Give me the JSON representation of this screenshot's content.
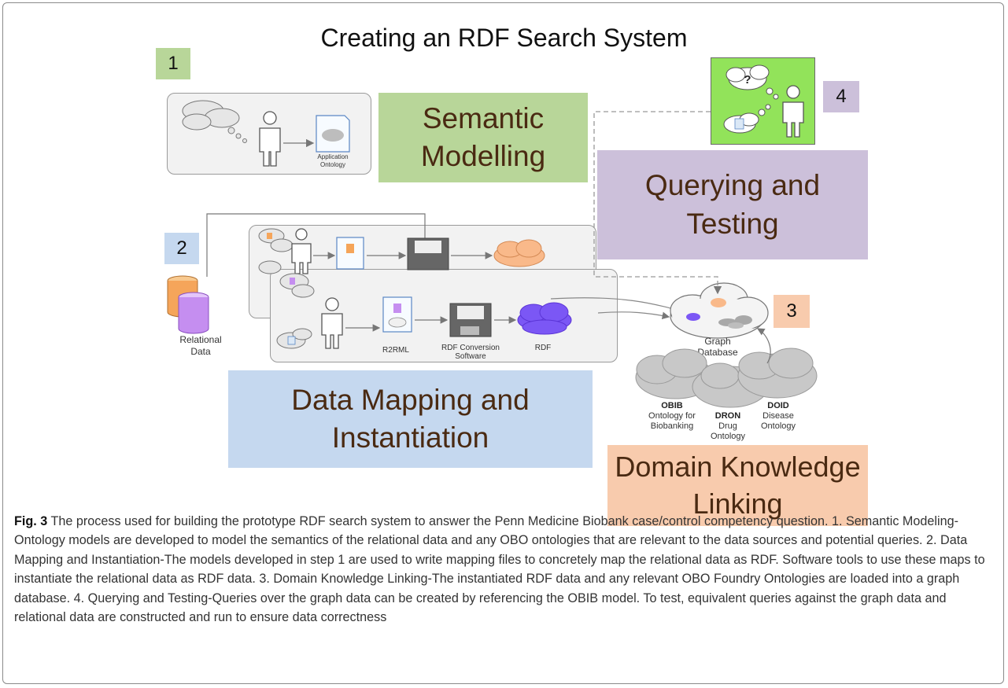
{
  "figure": {
    "title": "Creating an RDF Search System",
    "stages": [
      {
        "number": "1",
        "label_lines": [
          "Semantic",
          "Modelling"
        ]
      },
      {
        "number": "2",
        "label_lines": [
          "Data Mapping and",
          "Instantiation"
        ]
      },
      {
        "number": "3",
        "label_lines": [
          "Domain Knowledge",
          "Linking"
        ]
      },
      {
        "number": "4",
        "label_lines": [
          "Querying and",
          "Testing"
        ]
      }
    ],
    "app_ontology_lines": [
      "Application",
      "Ontology"
    ],
    "relational_data_lines": [
      "Relational",
      "Data"
    ],
    "r2rml_label": "R2RML",
    "rdf_conversion_lines": [
      "RDF Conversion",
      "Software"
    ],
    "rdf_label": "RDF",
    "graph_db_lines": [
      "Graph",
      "Database"
    ],
    "query_symbol": "?",
    "ontologies": [
      {
        "abbr": "OBIB",
        "name_lines": [
          "Ontology for",
          "Biobanking"
        ]
      },
      {
        "abbr": "DRON",
        "name_lines": [
          "Drug",
          "Ontology"
        ]
      },
      {
        "abbr": "DOID",
        "name_lines": [
          "Disease",
          "Ontology"
        ]
      }
    ],
    "colors": {
      "stage1": "#b8d699",
      "stage2": "#c5d8ef",
      "stage3": "#f8cbad",
      "stage4": "#ccc0da",
      "query_box": "#92e35a",
      "orange_db": "#f5a55a",
      "purple_db": "#c58ef0",
      "rdf_cloud": "#7b57f5"
    }
  },
  "caption": {
    "label": "Fig. 3",
    "text": " The process used for building the prototype RDF search system to answer the Penn Medicine Biobank case/control competency question. 1. Semantic Modeling-Ontology models are developed to model the semantics of the relational data and any OBO ontologies that are relevant to the data sources and potential queries. 2. Data Mapping and Instantiation-The models developed in step 1 are used to write mapping files to concretely map the relational data as RDF. Software tools to use these maps to instantiate the relational data as RDF data. 3. Domain Knowledge Linking-The instantiated RDF data and any relevant OBO Foundry Ontologies are loaded into a graph database. 4. Querying and Testing-Queries over the graph data can be created by referencing the OBIB model. To test, equivalent queries against the graph data and relational data are constructed and run to ensure data correctness"
  }
}
